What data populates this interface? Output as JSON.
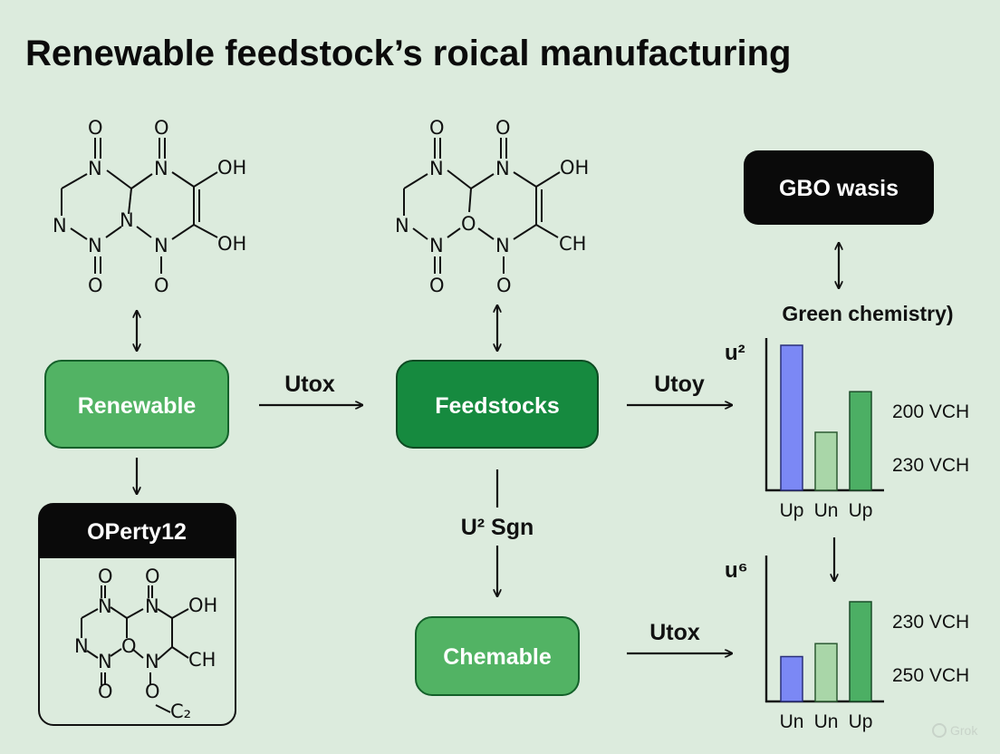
{
  "title": "Renewable feedstock’s roical manufacturing",
  "colors": {
    "background": "#dcebdd",
    "box_light_green": "#52b364",
    "box_dark_green": "#168a3f",
    "box_black": "#0a0a0a",
    "bar_blue": "#7b88f5",
    "bar_pale_green": "#a9d6a8",
    "bar_green": "#4caf64"
  },
  "nodes": {
    "renewable": "Renewable",
    "feedstocks": "Feedstocks",
    "chemable": "Chemable",
    "gbo": "GBO wasis",
    "operty": "OPerty12",
    "green_chem": "Green chemistry)"
  },
  "edges": {
    "renewable_to_feedstocks": "Utox",
    "feedstocks_to_chart": "Utoy",
    "feedstocks_to_chemable": "U² Sgn",
    "chemable_to_chart": "Utox"
  },
  "molecules": {
    "mol1": [
      "O",
      "O",
      "N",
      "N",
      "OH",
      "N",
      "N",
      "N",
      "N",
      "OH",
      "O",
      "O"
    ],
    "mol2": [
      "O",
      "O",
      "N",
      "N",
      "OH",
      "N",
      "O",
      "N",
      "N",
      "CH",
      "O",
      "O"
    ],
    "mol3": [
      "O",
      "O",
      "N",
      "N",
      "OH",
      "N",
      "O",
      "N",
      "N",
      "CH",
      "O",
      "O",
      "C₂"
    ]
  },
  "chart_data": [
    {
      "type": "bar",
      "ylabel": "u²",
      "categories": [
        "Up",
        "Un",
        "Up"
      ],
      "values": [
        100,
        40,
        68
      ],
      "right_labels": [
        "200 VCH",
        "230 VCH"
      ]
    },
    {
      "type": "bar",
      "ylabel": "u⁶",
      "categories": [
        "Un",
        "Un",
        "Up"
      ],
      "values": [
        45,
        58,
        100
      ],
      "right_labels": [
        "230 VCH",
        "250 VCH"
      ]
    }
  ],
  "watermark": "Grok"
}
